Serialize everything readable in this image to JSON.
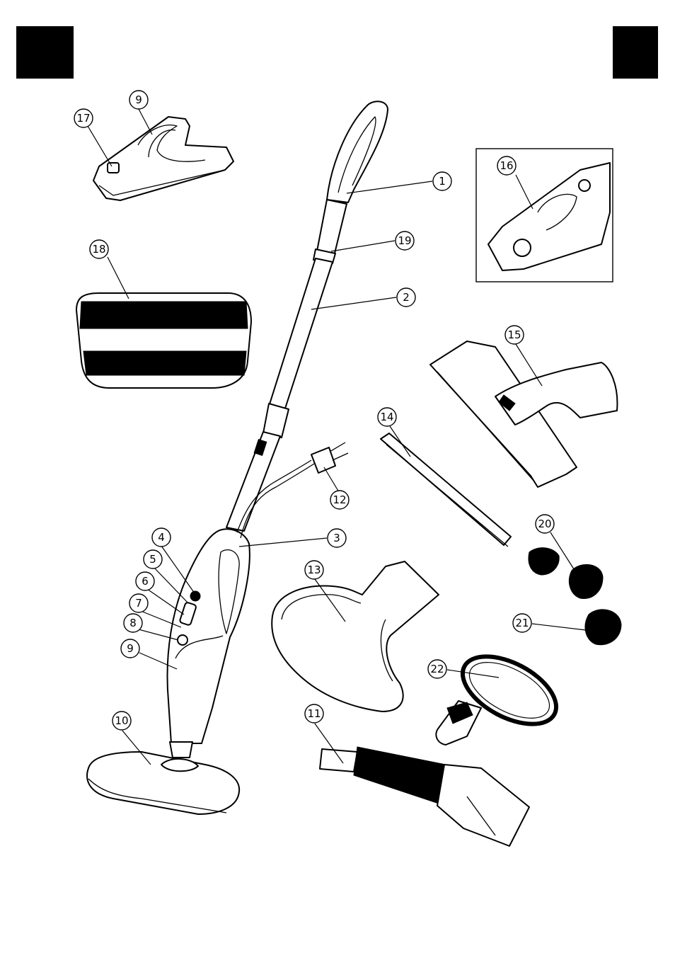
{
  "callouts": [
    {
      "id": "c1",
      "label": "1"
    },
    {
      "id": "c2",
      "label": "2"
    },
    {
      "id": "c3",
      "label": "3"
    },
    {
      "id": "c4",
      "label": "4"
    },
    {
      "id": "c5",
      "label": "5"
    },
    {
      "id": "c6",
      "label": "6"
    },
    {
      "id": "c7",
      "label": "7"
    },
    {
      "id": "c8",
      "label": "8"
    },
    {
      "id": "c9a",
      "label": "9"
    },
    {
      "id": "c9b",
      "label": "9"
    },
    {
      "id": "c10",
      "label": "10"
    },
    {
      "id": "c11",
      "label": "11"
    },
    {
      "id": "c12",
      "label": "12"
    },
    {
      "id": "c13",
      "label": "13"
    },
    {
      "id": "c14",
      "label": "14"
    },
    {
      "id": "c15",
      "label": "15"
    },
    {
      "id": "c16",
      "label": "16"
    },
    {
      "id": "c17",
      "label": "17"
    },
    {
      "id": "c18",
      "label": "18"
    },
    {
      "id": "c19",
      "label": "19"
    },
    {
      "id": "c20",
      "label": "20"
    },
    {
      "id": "c21",
      "label": "21"
    },
    {
      "id": "c22",
      "label": "22"
    }
  ],
  "colors": {
    "ink": "#000000",
    "paper": "#ffffff"
  }
}
